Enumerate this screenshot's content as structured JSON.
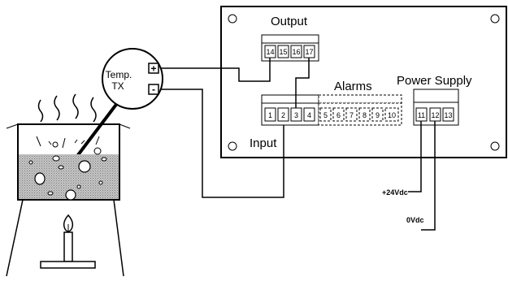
{
  "panel": {
    "output_title": "Output",
    "alarms_title": "Alarms",
    "power_title": "Power Supply",
    "input_title": "Input"
  },
  "terminals": {
    "output": [
      "14",
      "15",
      "16",
      "17"
    ],
    "input": [
      "1",
      "2",
      "3",
      "4"
    ],
    "alarms": [
      "5",
      "6",
      "7",
      "8",
      "9",
      "10"
    ],
    "power": [
      "11",
      "12",
      "13"
    ]
  },
  "transmitter": {
    "line1": "Temp.",
    "line2": "TX",
    "plus": "+",
    "minus": "-"
  },
  "supply": {
    "positive": "+24Vdc",
    "zero": "0Vdc"
  },
  "colors": {
    "line": "#000000",
    "liquid": "#b8b8b8",
    "background": "#ffffff"
  }
}
